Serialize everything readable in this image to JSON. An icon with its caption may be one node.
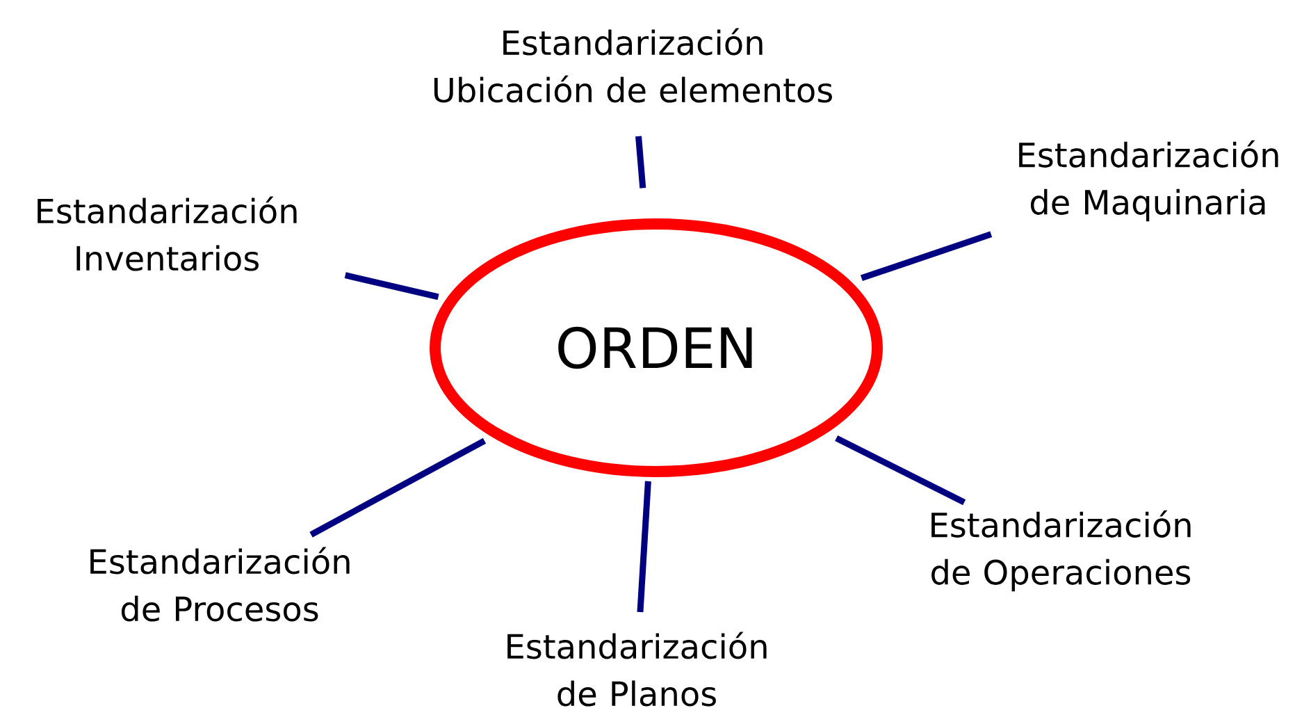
{
  "diagram": {
    "nodes": [
      {
        "text": [
          "ORDEN"
        ]
      },
      {
        "text": [
          "Estandarización Ubicación de elementos"
        ]
      },
      {
        "text": [
          "Estandarización de Maquinaria"
        ]
      },
      {
        "text": [
          "Estandarización Inventarios"
        ]
      },
      {
        "text": [
          "Estandarización de Operaciones"
        ]
      },
      {
        "text": [
          "Estandarización de Procesos"
        ]
      },
      {
        "text": [
          "Estandarización de Planos"
        ]
      }
    ],
    "edges": [
      {
        "from": 0,
        "to": 1,
        "arrow": "none"
      },
      {
        "from": 0,
        "to": 2,
        "arrow": "none"
      },
      {
        "from": 0,
        "to": 3,
        "arrow": "none"
      },
      {
        "from": 0,
        "to": 4,
        "arrow": "none"
      },
      {
        "from": 0,
        "to": 5,
        "arrow": "none"
      },
      {
        "from": 0,
        "to": 6,
        "arrow": "none"
      }
    ]
  }
}
